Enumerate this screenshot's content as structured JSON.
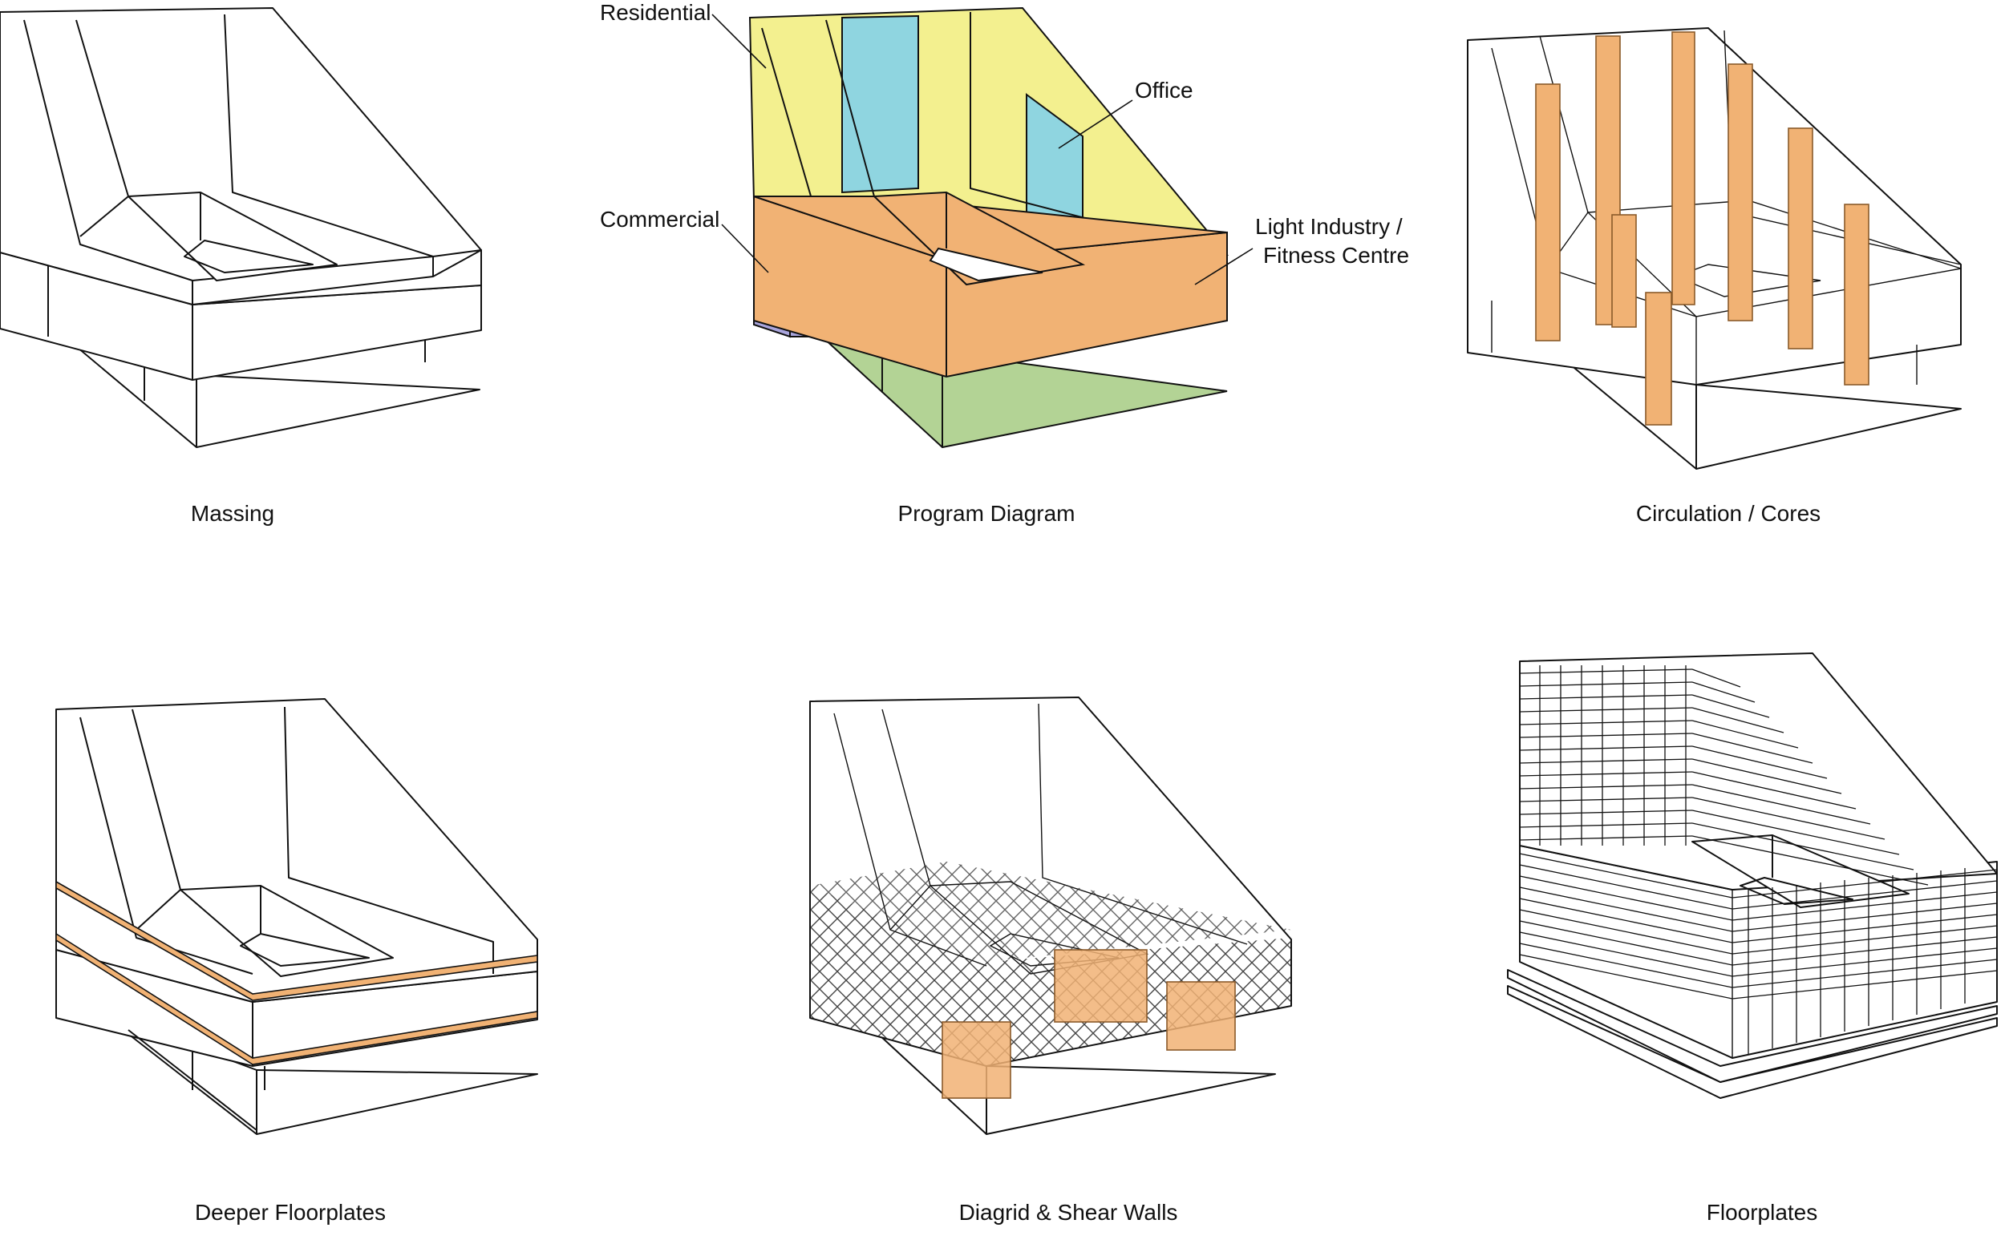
{
  "captions": {
    "massing": "Massing",
    "program": "Program Diagram",
    "circulation": "Circulation / Cores",
    "floorplates_deep": "Deeper Floorplates",
    "diagrid": "Diagrid & Shear Walls",
    "floorplates": "Floorplates"
  },
  "program_labels": {
    "residential": "Residential",
    "office": "Office",
    "commercial": "Commercial",
    "industry_line1": "Light Industry /",
    "industry_line2": "Fitness Centre"
  },
  "colors": {
    "residential": "#f3f08f",
    "office": "#8fd5e0",
    "commercial": "#a9a5dc",
    "light_industry": "#f1b274",
    "ground": "#b3d395",
    "core": "#f1b274",
    "line": "#111111"
  }
}
